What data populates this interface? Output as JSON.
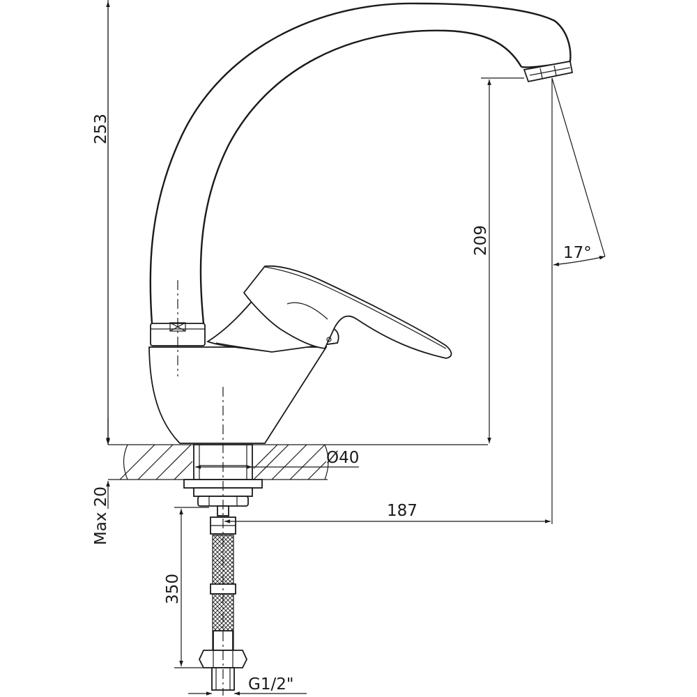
{
  "dimensions": {
    "overall_height": "253",
    "spout_height": "209",
    "spout_angle": "17°",
    "base_diameter": "Ø40",
    "mount_thickness": "Max 20",
    "spout_reach": "187",
    "hose_length": "350",
    "connection_thread": "G1/2\""
  },
  "colors": {
    "line": "#1a1a1a",
    "background": "#ffffff"
  }
}
